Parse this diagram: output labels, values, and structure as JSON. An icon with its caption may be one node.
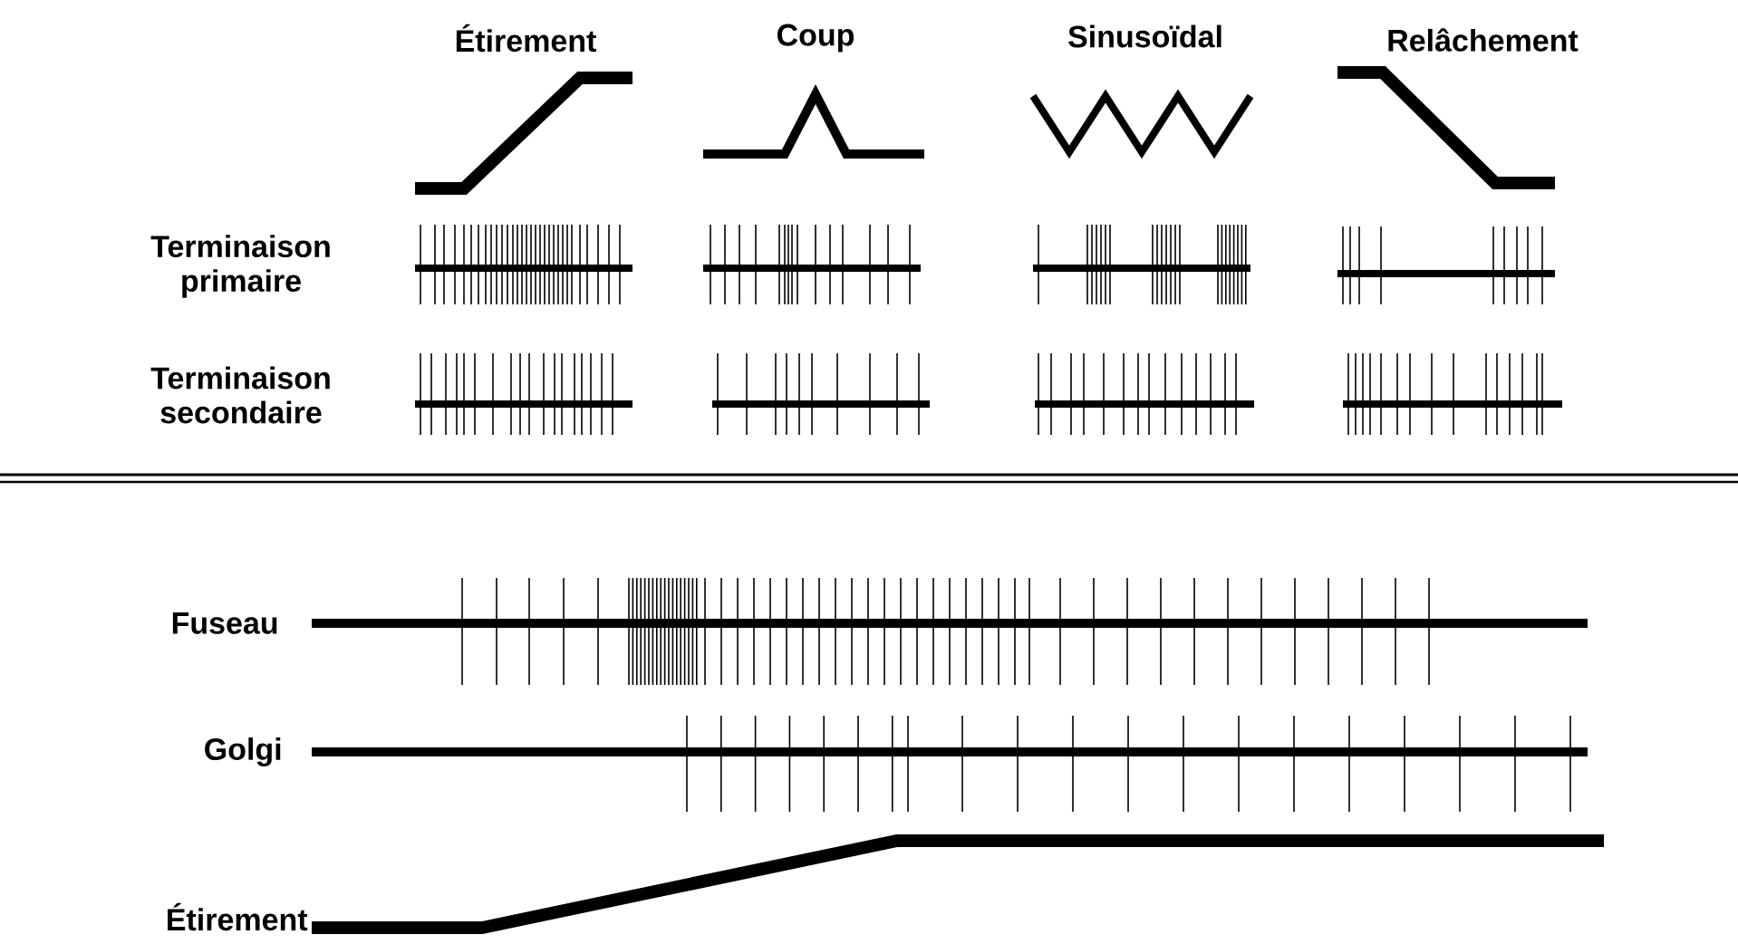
{
  "diagram": {
    "labels": [
      "Étirement",
      "Coup",
      "Sinusoïdal",
      "Relâchement",
      "Terminaison primaire",
      "Terminaison secondaire",
      "Fuseau",
      "Golgi",
      "Étirement"
    ]
  }
}
